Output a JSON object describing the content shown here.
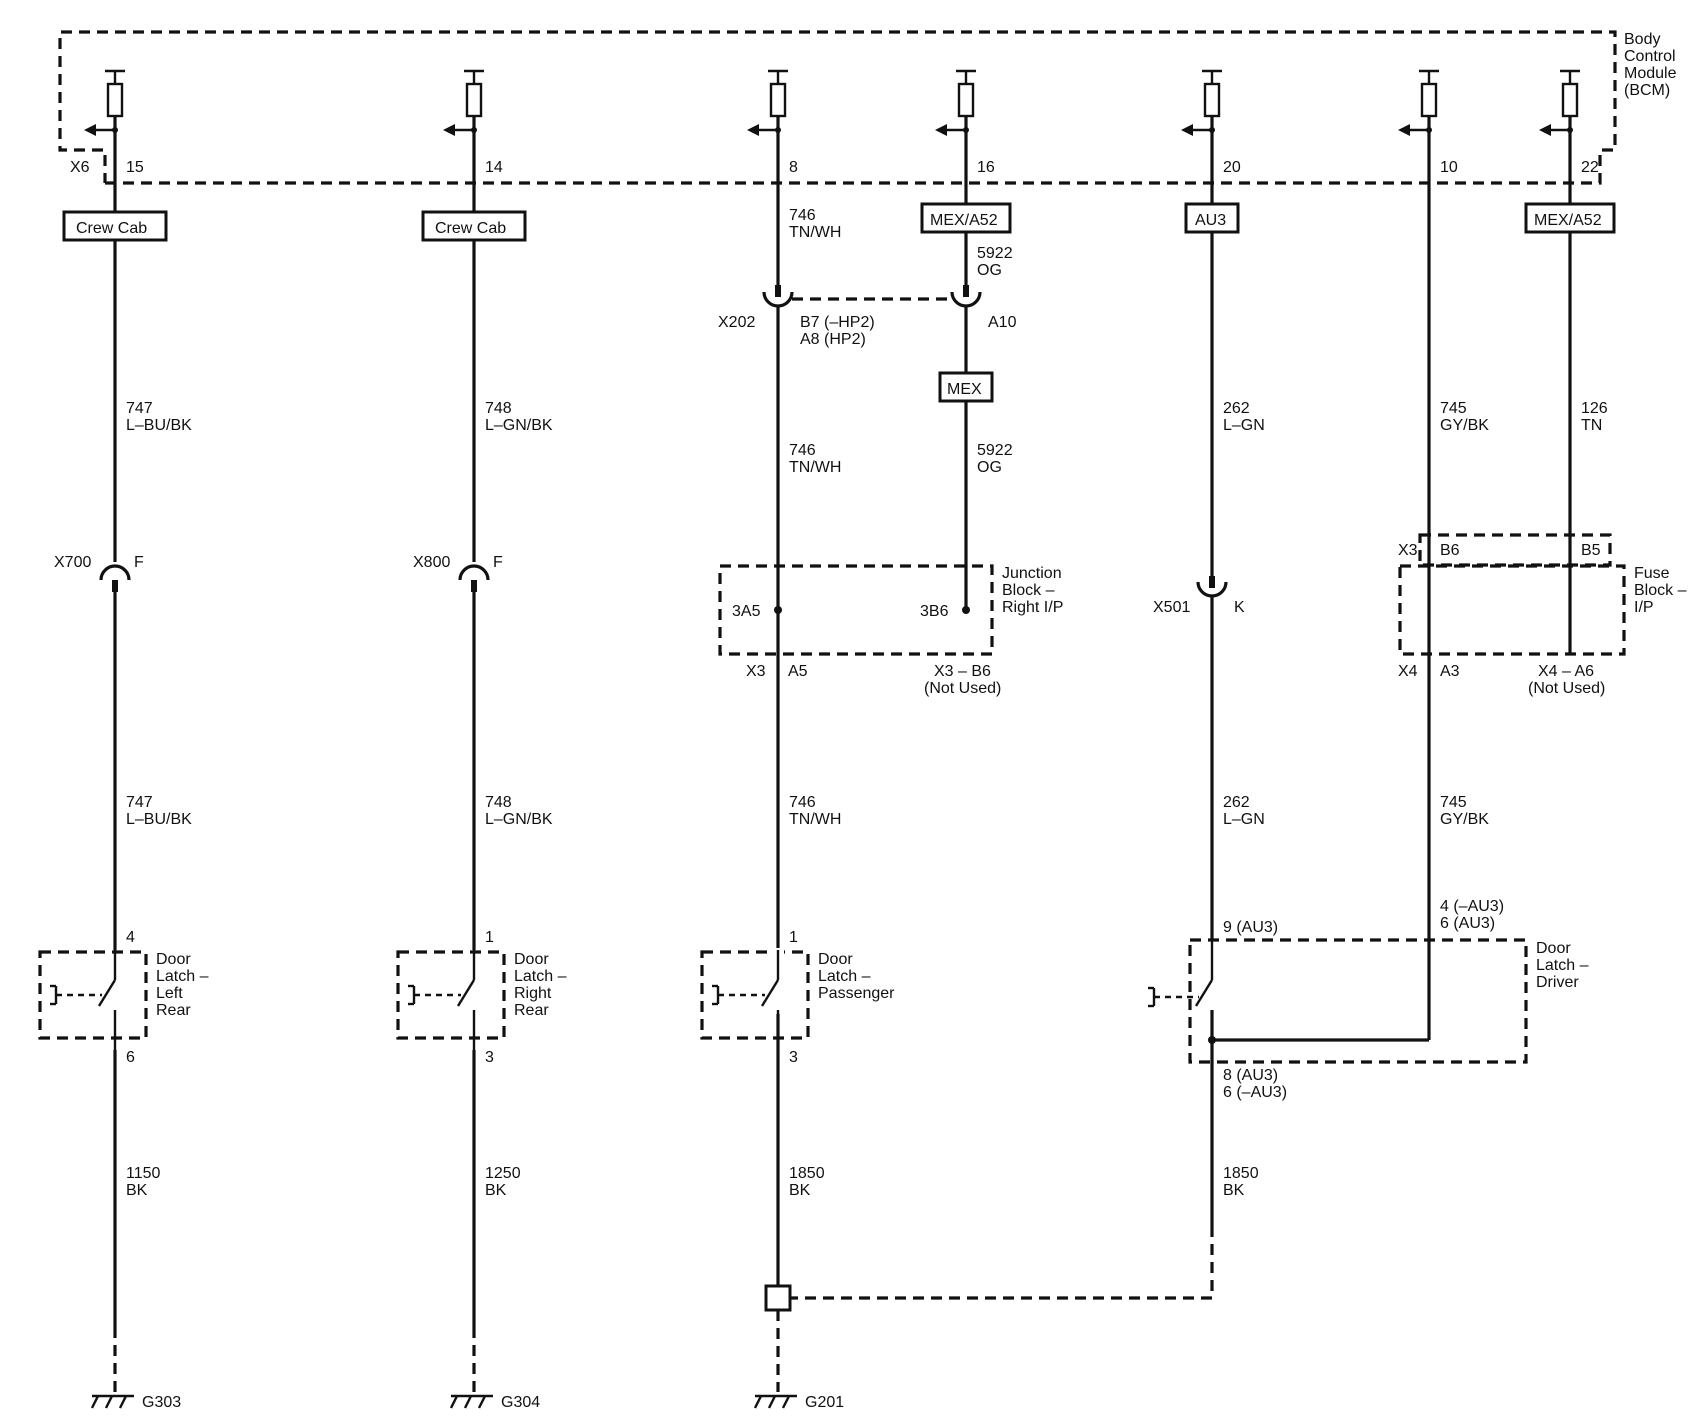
{
  "modules": {
    "bcm": [
      "Body",
      "Control",
      "Module",
      "(BCM)"
    ],
    "junction_block": [
      "Junction",
      "Block –",
      "Right I/P"
    ],
    "fuse_block": [
      "Fuse",
      "Block –",
      "I/P"
    ],
    "door_lr": [
      "Door",
      "Latch –",
      "Left",
      "Rear"
    ],
    "door_rr": [
      "Door",
      "Latch –",
      "Right",
      "Rear"
    ],
    "door_pass": [
      "Door",
      "Latch –",
      "Passenger"
    ],
    "door_drv": [
      "Door",
      "Latch –",
      "Driver"
    ]
  },
  "bcm_connector": "X6",
  "bcm_pins": [
    "15",
    "14",
    "8",
    "16",
    "20",
    "10",
    "22"
  ],
  "options": {
    "crew1": "Crew Cab",
    "crew2": "Crew Cab",
    "mexa52_1": "MEX/A52",
    "au3": "AU3",
    "mexa52_2": "MEX/A52",
    "mex": "MEX"
  },
  "wires": {
    "c1_top": [
      "747",
      "L–BU/BK"
    ],
    "c1_mid": [
      "747",
      "L–BU/BK"
    ],
    "c1_bot": [
      "1150",
      "BK"
    ],
    "c2_top": [
      "748",
      "L–GN/BK"
    ],
    "c2_mid": [
      "748",
      "L–GN/BK"
    ],
    "c2_bot": [
      "1250",
      "BK"
    ],
    "c3_a": [
      "746",
      "TN/WH"
    ],
    "c3_b": [
      "746",
      "TN/WH"
    ],
    "c3_c": [
      "746",
      "TN/WH"
    ],
    "c3_bot": [
      "1850",
      "BK"
    ],
    "c4_a": [
      "5922",
      "OG"
    ],
    "c4_b": [
      "5922",
      "OG"
    ],
    "c5_top": [
      "262",
      "L–GN"
    ],
    "c5_mid": [
      "262",
      "L–GN"
    ],
    "c5_bot": [
      "1850",
      "BK"
    ],
    "c6_top": [
      "745",
      "GY/BK"
    ],
    "c6_mid": [
      "745",
      "GY/BK"
    ],
    "c7_top": [
      "126",
      "TN"
    ]
  },
  "connectors": {
    "x700": "X700",
    "x700_pin": "F",
    "x800": "X800",
    "x800_pin": "F",
    "x202": "X202",
    "x202_pins": [
      "B7 (–HP2)",
      "A8 (HP2)"
    ],
    "x202_a10": "A10",
    "jb_3a5": "3A5",
    "jb_3b6": "3B6",
    "jb_x3": "X3",
    "jb_a5": "A5",
    "jb_x3b6": [
      "X3 – B6",
      "(Not Used)"
    ],
    "x501": "X501",
    "x501_pin": "K",
    "fb_x3": "X3",
    "fb_b6": "B6",
    "fb_b5": "B5",
    "fb_x4": "X4",
    "fb_a3": "A3",
    "fb_x4a6": [
      "X4 – A6",
      "(Not Used)"
    ]
  },
  "switch_pins": {
    "lr_top": "4",
    "lr_bot": "6",
    "rr_top": "1",
    "rr_bot": "3",
    "p_top": "1",
    "p_bot": "3",
    "drv_top": "9 (AU3)",
    "drv_right": [
      "4 (–AU3)",
      "6 (AU3)"
    ],
    "drv_bot": [
      "8 (AU3)",
      "6 (–AU3)"
    ]
  },
  "grounds": [
    "G303",
    "G304",
    "G201"
  ]
}
